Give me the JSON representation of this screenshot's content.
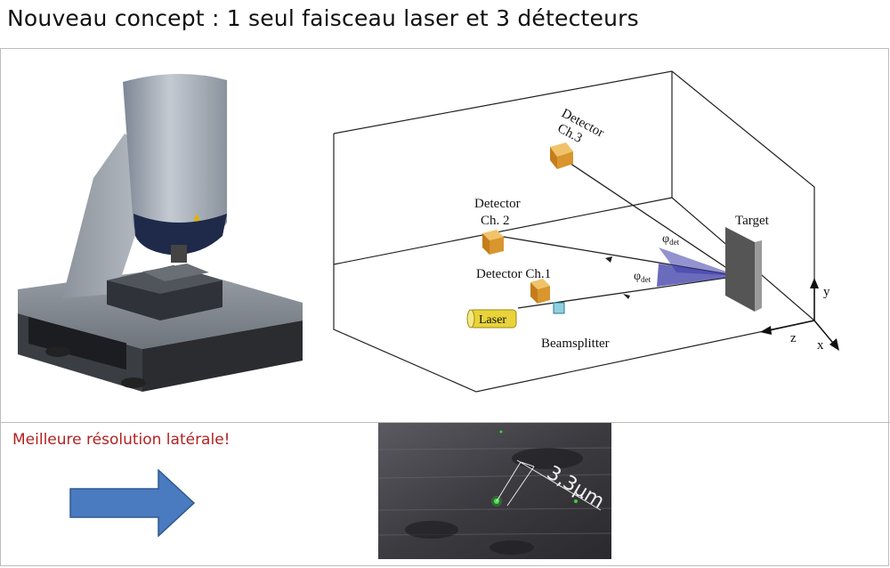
{
  "slide": {
    "title": "Nouveau concept : 1 seul faisceau laser et 3 détecteurs",
    "subtitle": "Meilleure résolution latérale!"
  },
  "diagram": {
    "detector3": [
      "Detector",
      "Ch.3"
    ],
    "detector2": [
      "Detector",
      "Ch. 2"
    ],
    "detector1": "Detector Ch.1",
    "target": "Target",
    "laser": "Laser",
    "beamsplitter": "Beamsplitter",
    "phi_upper": "φ",
    "phi_upper_sub": "det",
    "phi_lower": "φ",
    "phi_lower_sub": "det",
    "axis_y": "y",
    "axis_z": "z",
    "axis_x": "x"
  },
  "micrograph": {
    "scale_label": "3,3µm"
  },
  "colors": {
    "subtitle": "#b22222",
    "arrow_fill": "#4a7abf",
    "detector_box": "#d9952e",
    "beam_cone": "#3a3aa8"
  },
  "icons": {
    "instrument": "optical-profiler-microscope-image",
    "arrow": "right-arrow-icon"
  }
}
